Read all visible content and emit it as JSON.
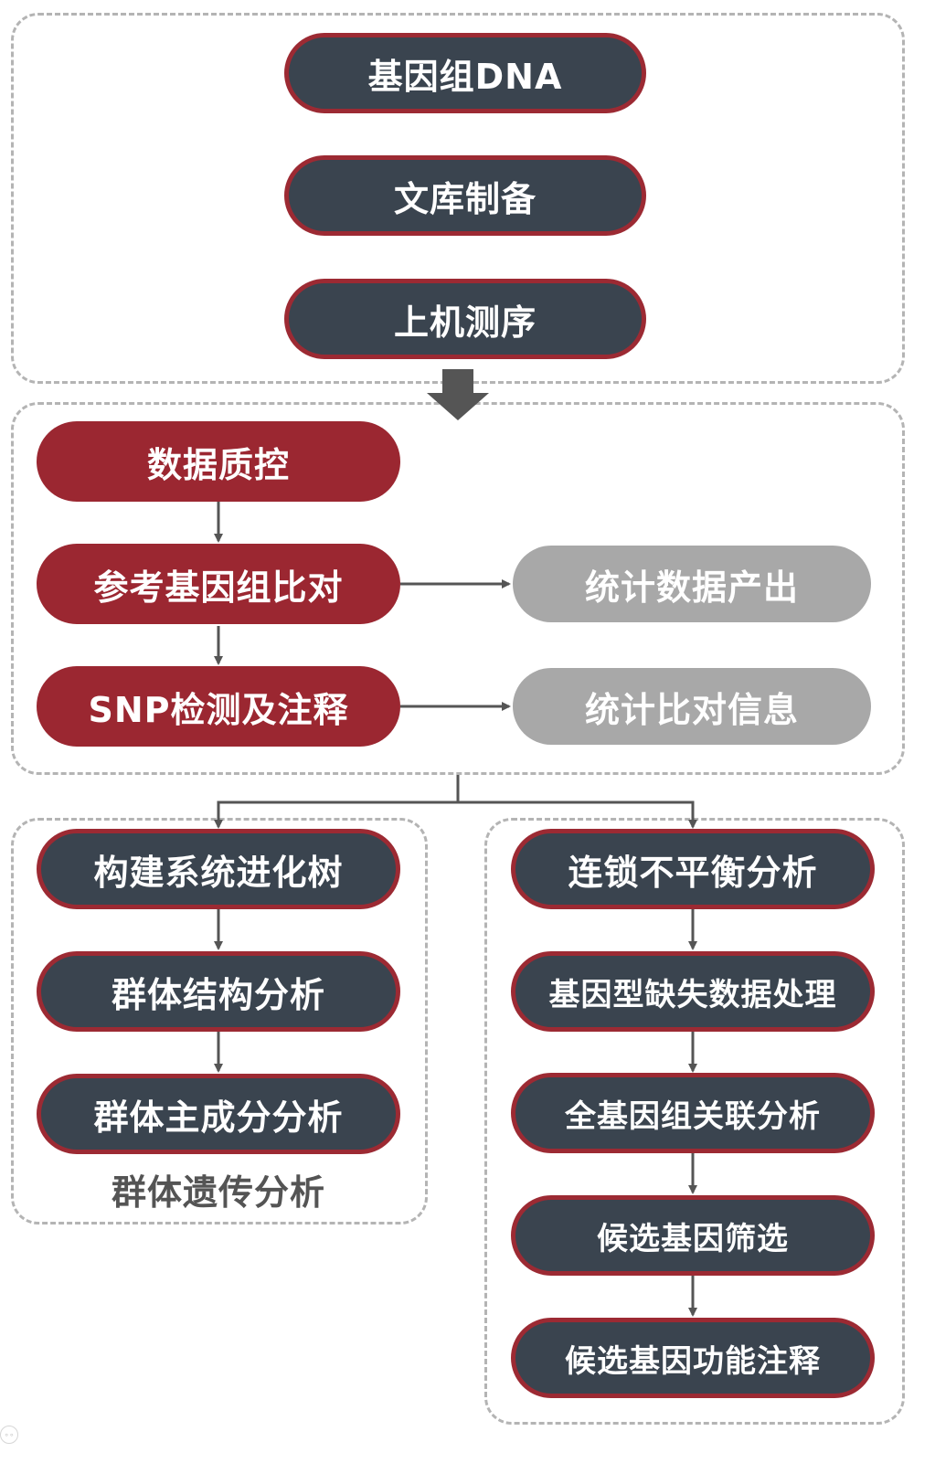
{
  "colors": {
    "dark_fill": "#3a444f",
    "accent_red": "#9b2731",
    "gray_fill": "#a8a8a8",
    "dashed_border": "#b4b4b4",
    "arrow": "#555555"
  },
  "sequencing": {
    "steps": [
      "基因组DNA",
      "文库制备",
      "上机测序"
    ]
  },
  "analysis": {
    "main": [
      "数据质控",
      "参考基因组比对",
      "SNP检测及注释"
    ],
    "side": [
      "统计数据产出",
      "统计比对信息"
    ]
  },
  "population": {
    "label": "群体遗传分析",
    "steps": [
      "构建系统进化树",
      "群体结构分析",
      "群体主成分分析"
    ]
  },
  "association": {
    "steps": [
      "连锁不平衡分析",
      "基因型缺失数据处理",
      "全基因组关联分析",
      "候选基因筛选",
      "候选基因功能注释"
    ]
  }
}
